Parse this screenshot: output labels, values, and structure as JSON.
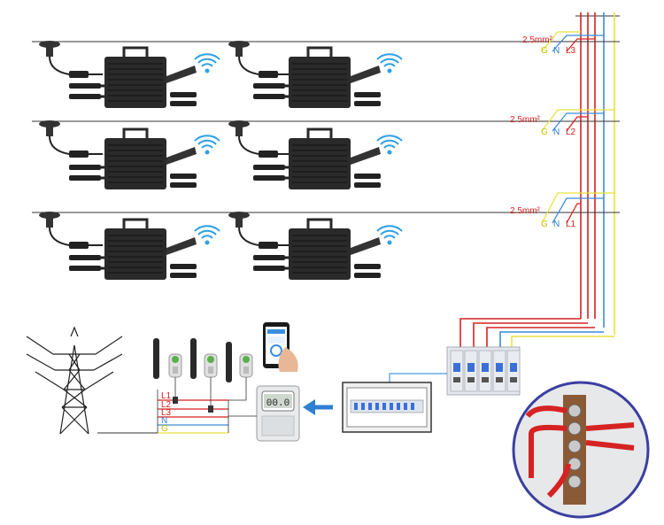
{
  "cable_size": "2.5mm²",
  "rows": [
    {
      "phase": "L3",
      "g": "G",
      "n": "N"
    },
    {
      "phase": "L2",
      "g": "G",
      "n": "N"
    },
    {
      "phase": "L1",
      "g": "G",
      "n": "N"
    }
  ],
  "meter": {
    "display": "00.0",
    "lines": [
      "L1",
      "L2",
      "L3",
      "N",
      "G"
    ]
  },
  "colors": {
    "line": "#d62222",
    "neutral": "#3c8ad8",
    "ground": "#e8e23a",
    "device": "#2a2a2a",
    "wifi": "#2ea0e6"
  },
  "icons": [
    "wifi-icon",
    "phone-icon",
    "transmission-tower-icon",
    "arrow-left-icon"
  ]
}
